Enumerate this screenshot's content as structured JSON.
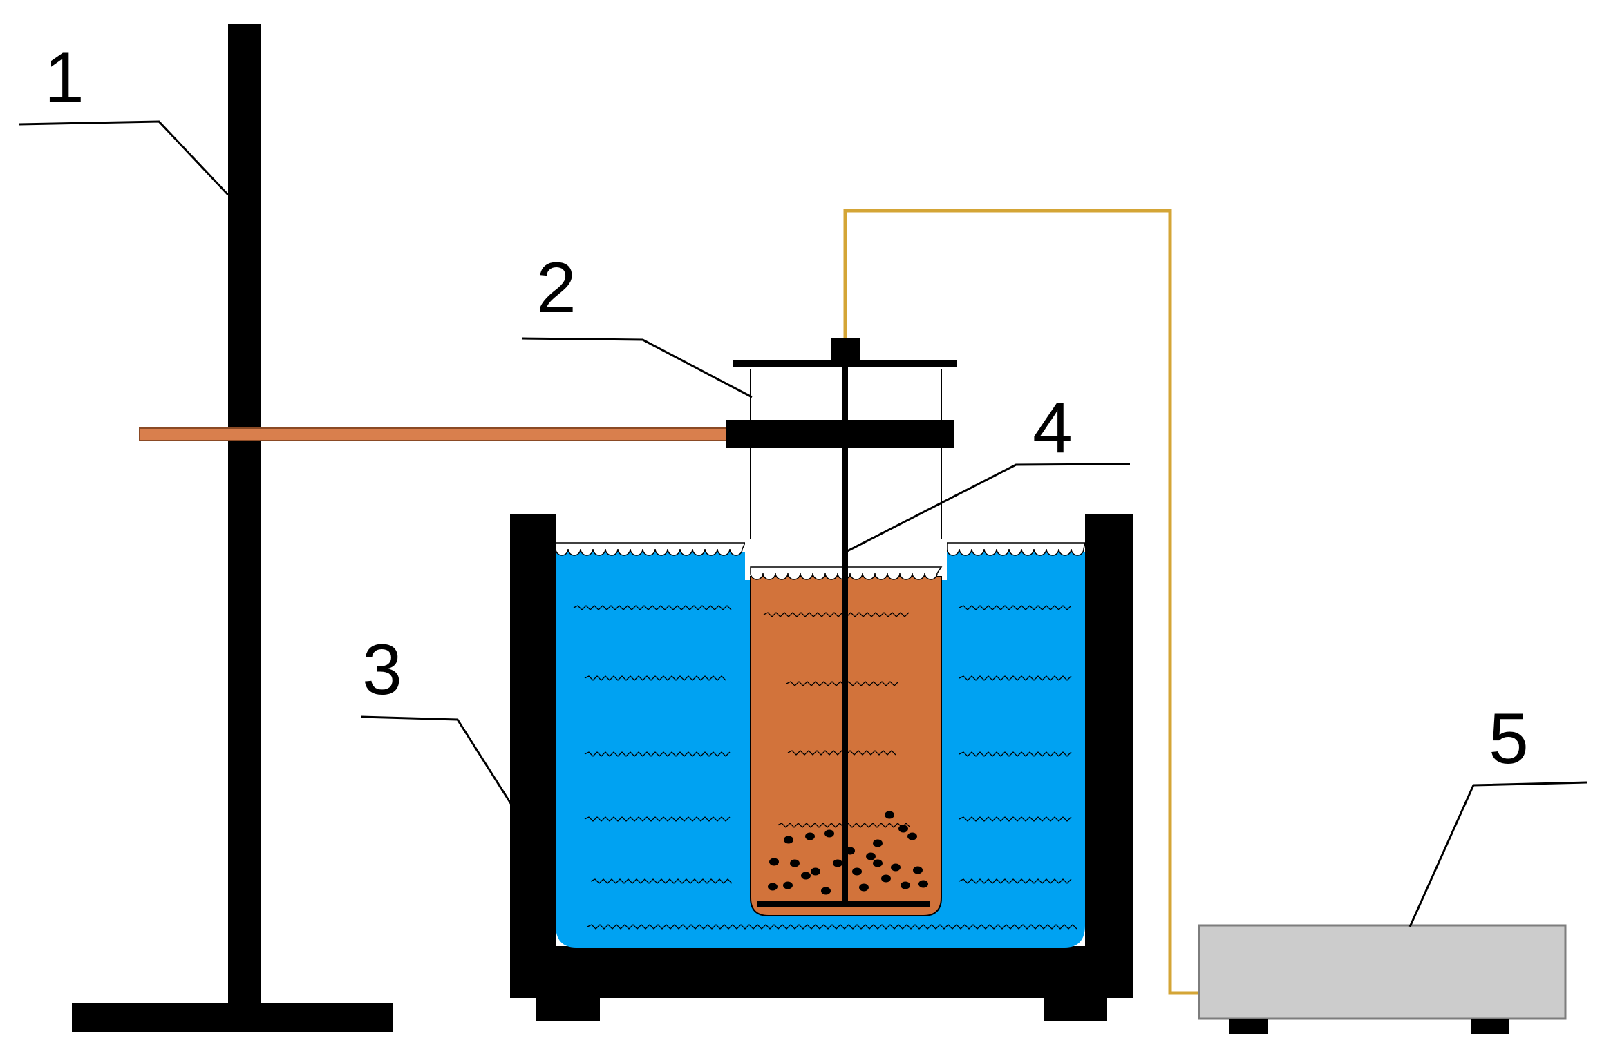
{
  "labels": [
    {
      "id": "stand",
      "text": "1"
    },
    {
      "id": "lid",
      "text": "2"
    },
    {
      "id": "bath",
      "text": "3"
    },
    {
      "id": "stirrer",
      "text": "4"
    },
    {
      "id": "controller",
      "text": "5"
    }
  ],
  "colors": {
    "outline": "#000000",
    "water": "#00a2f2",
    "slurry": "#d2733b",
    "clamp_rod": "#d97f4d",
    "wire": "#d4a536",
    "controller_box": "#cccccc",
    "background": "#ffffff"
  }
}
